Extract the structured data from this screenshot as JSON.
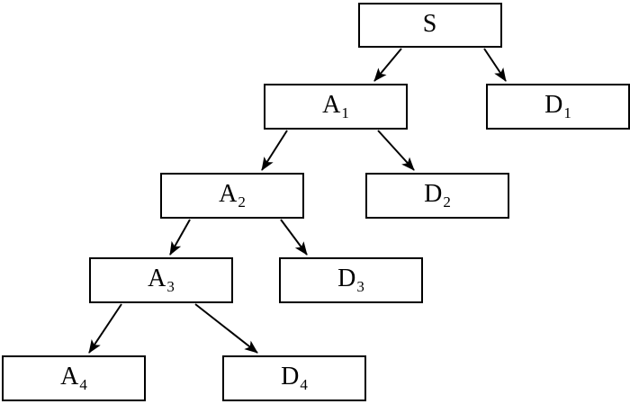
{
  "diagram": {
    "type": "tree",
    "background_color": "#ffffff",
    "line_color": "#000000",
    "box_fill_color": "#ffffff",
    "nodes": [
      {
        "id": "S",
        "label": "S",
        "sub": ""
      },
      {
        "id": "A1",
        "label": "A",
        "sub": "1"
      },
      {
        "id": "D1",
        "label": "D",
        "sub": "1"
      },
      {
        "id": "A2",
        "label": "A",
        "sub": "2"
      },
      {
        "id": "D2",
        "label": "D",
        "sub": "2"
      },
      {
        "id": "A3",
        "label": "A",
        "sub": "3"
      },
      {
        "id": "D3",
        "label": "D",
        "sub": "3"
      },
      {
        "id": "A4",
        "label": "A",
        "sub": "4"
      },
      {
        "id": "D4",
        "label": "D",
        "sub": "4"
      }
    ],
    "edges": [
      {
        "from": "S",
        "to": "A1"
      },
      {
        "from": "S",
        "to": "D1"
      },
      {
        "from": "A1",
        "to": "A2"
      },
      {
        "from": "A1",
        "to": "D2"
      },
      {
        "from": "A2",
        "to": "A3"
      },
      {
        "from": "A2",
        "to": "D3"
      },
      {
        "from": "A3",
        "to": "A4"
      },
      {
        "from": "A3",
        "to": "D4"
      }
    ]
  }
}
